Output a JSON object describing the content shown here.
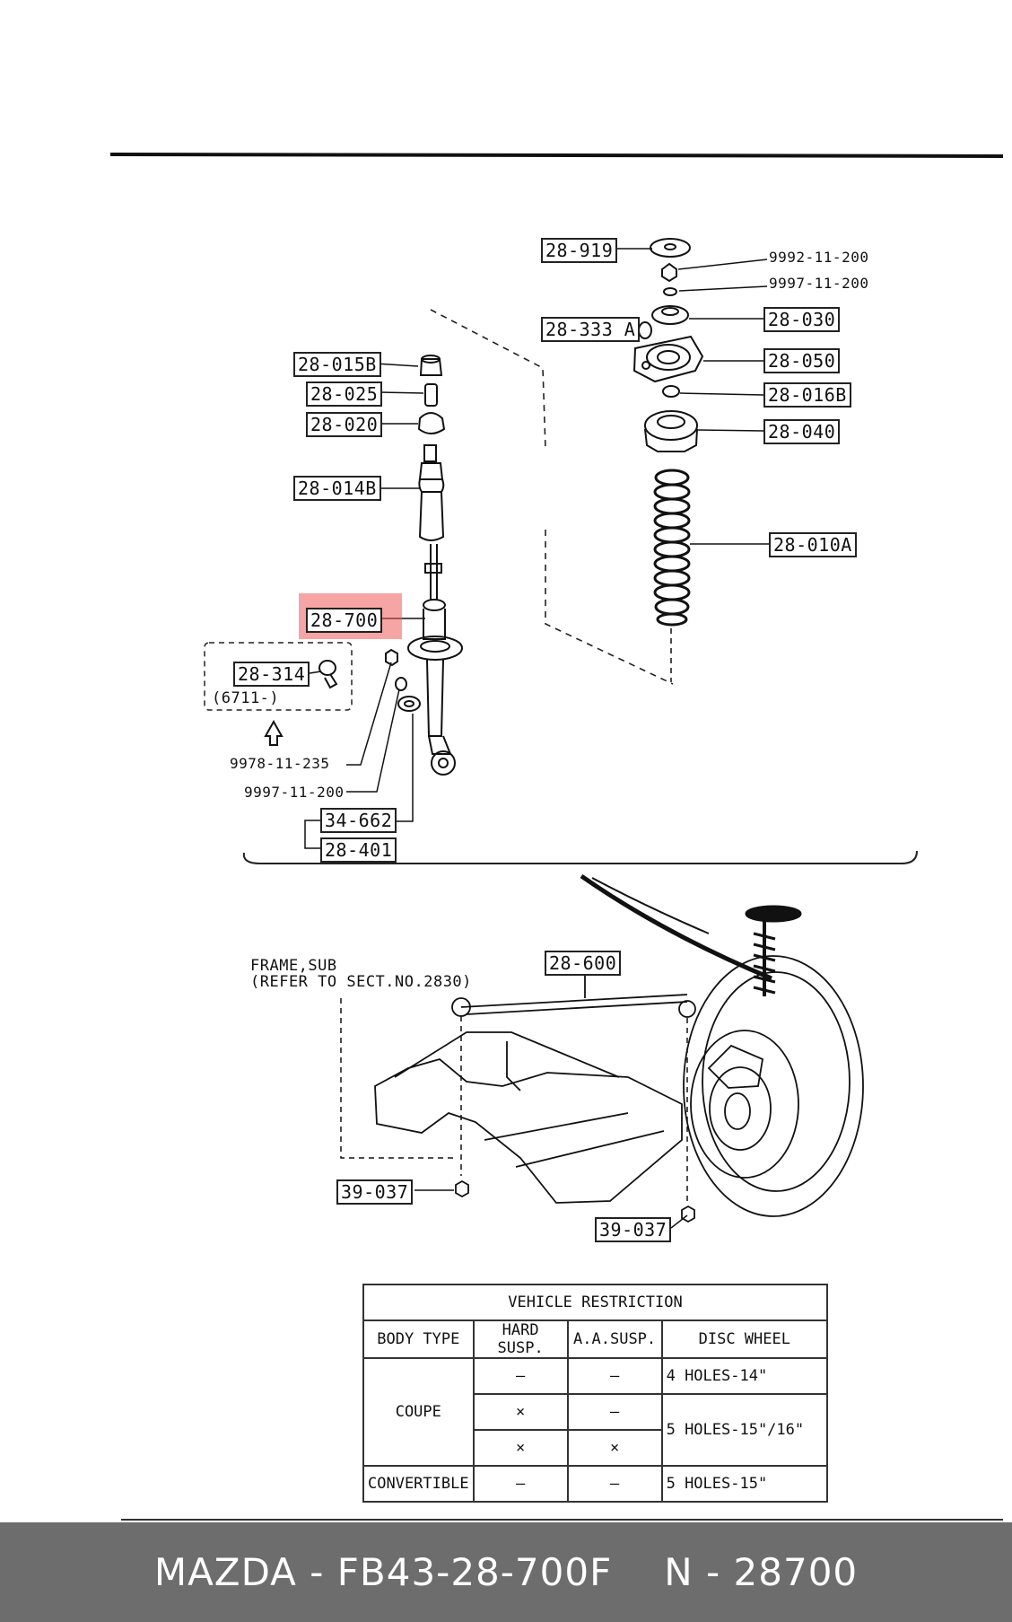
{
  "diagram": {
    "part_labels": {
      "p28_919": "28-919",
      "p28_333a": "28-333 A",
      "p28_030": "28-030",
      "p28_050": "28-050",
      "p28_016b_right": "28-016B",
      "p28_040": "28-040",
      "p28_010a": "28-010A",
      "p28_015b": "28-015B",
      "p28_025": "28-025",
      "p28_020": "28-020",
      "p28_014b": "28-014B",
      "p28_700": "28-700",
      "p28_314": "28-314",
      "p34_662": "34-662",
      "p28_401": "28-401",
      "p28_600": "28-600",
      "p39_037_left": "39-037",
      "p39_037_right": "39-037"
    },
    "part_numbers": {
      "n9992": "9992-11-200",
      "n9997_top": "9997-11-200",
      "n9978": "9978-11-235",
      "n9997_bottom": "9997-11-200",
      "n6711": "(6711-)"
    },
    "frame_note_line1": "FRAME,SUB",
    "frame_note_line2": "(REFER TO SECT.NO.2830)",
    "highlight_color": "#f15a5a"
  },
  "vehicle_table": {
    "title": "VEHICLE  RESTRICTION",
    "headers": [
      "BODY TYPE",
      "HARD SUSP.",
      "A.A.SUSP.",
      "DISC WHEEL"
    ],
    "rows": [
      {
        "body": "COUPE",
        "hard": "–",
        "aa": "–",
        "wheel": "4 HOLES-14\""
      },
      {
        "body": "",
        "hard": "×",
        "aa": "–",
        "wheel": "5 HOLES-15\"/16\""
      },
      {
        "body": "",
        "hard": "×",
        "aa": "×",
        "wheel": ""
      },
      {
        "body": "CONVERTIBLE",
        "hard": "–",
        "aa": "–",
        "wheel": "5 HOLES-15\""
      }
    ]
  },
  "footer": {
    "brand_part": "MAZDA - FB43-28-700F",
    "ref": "N - 28700",
    "background": "#6d6d6d"
  }
}
